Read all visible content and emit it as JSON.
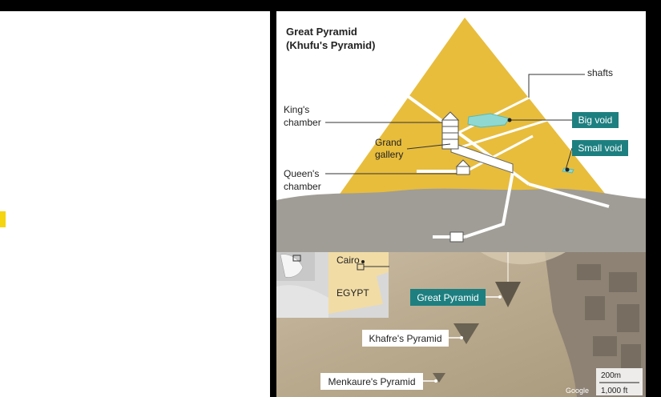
{
  "title_line1": "Great Pyramid",
  "title_line2": "(Khufu's Pyramid)",
  "labels": {
    "shafts": "shafts",
    "kings_line1": "King's",
    "kings_line2": "chamber",
    "grand_line1": "Grand",
    "grand_line2": "gallery",
    "queens_line1": "Queen's",
    "queens_line2": "chamber",
    "big_void": "Big void",
    "small_void": "Small void"
  },
  "map": {
    "city": "Cairo",
    "country": "EGYPT",
    "great": "Great Pyramid",
    "khafre": "Khafre's Pyramid",
    "menkaure": "Menkaure's Pyramid",
    "scale_m": "200m",
    "scale_ft": "1,000 ft",
    "attribution": "Google"
  },
  "colors": {
    "pyramid": "#e8bd3c",
    "ground": "#a09d96",
    "void": "#8fd8d2",
    "teal_label": "#1d7f80",
    "passage": "#ffffff"
  }
}
